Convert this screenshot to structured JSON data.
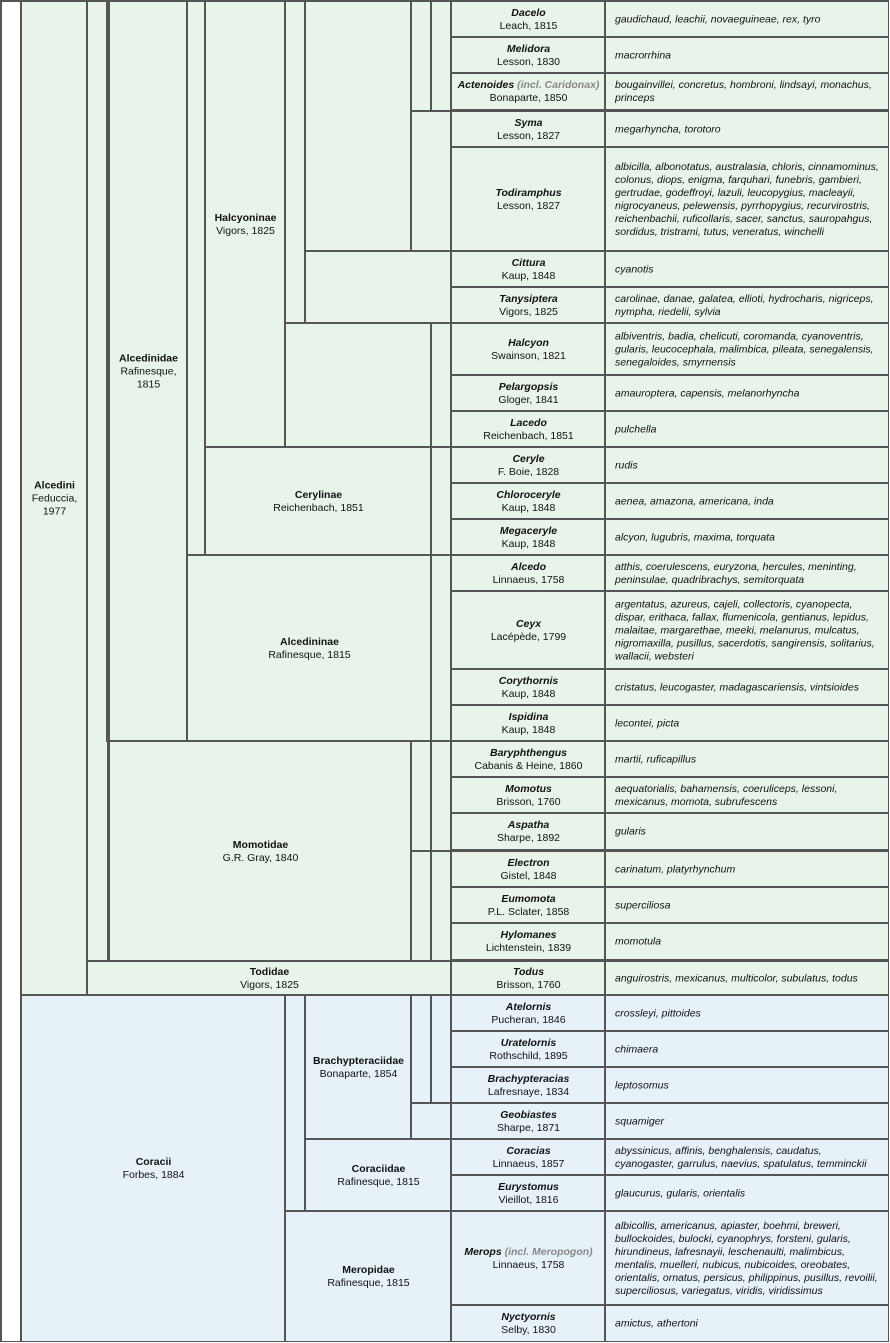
{
  "higher": {
    "alcedini": {
      "name": "Alcedini",
      "author": "Feduccia, 1977"
    },
    "coracii": {
      "name": "Coracii",
      "author": "Forbes, 1884"
    }
  },
  "families": {
    "alcedinidae": {
      "name": "Alcedinidae",
      "author": "Rafinesque, 1815"
    },
    "momotidae": {
      "name": "Momotidae",
      "author": "G.R. Gray, 1840"
    },
    "todidae": {
      "name": "Todidae",
      "author": "Vigors, 1825"
    },
    "brachypteraciidae": {
      "name": "Brachypteraciidae",
      "author": "Bonaparte, 1854"
    },
    "coraciidae": {
      "name": "Coraciidae",
      "author": "Rafinesque, 1815"
    },
    "meropidae": {
      "name": "Meropidae",
      "author": "Rafinesque, 1815"
    }
  },
  "subfamilies": {
    "halcyoninae": {
      "name": "Halcyoninae",
      "author": "Vigors, 1825"
    },
    "cerylinae": {
      "name": "Cerylinae",
      "author": "Reichenbach, 1851"
    },
    "alcedininae": {
      "name": "Alcedininae",
      "author": "Rafinesque, 1815"
    }
  },
  "genera": [
    {
      "name": "Dacelo",
      "author": "Leach, 1815",
      "species": "gaudichaud, leachii, novaeguineae, rex, tyro"
    },
    {
      "name": "Melidora",
      "author": "Lesson, 1830",
      "species": "macrorrhina"
    },
    {
      "name": "Actenoides",
      "incl": "(incl. Caridonax)",
      "author": "Bonaparte, 1850",
      "species": "bougainvillei, concretus, hombroni, lindsayi, monachus, princeps"
    },
    {
      "name": "Syma",
      "author": "Lesson, 1827",
      "species": "megarhyncha, torotoro"
    },
    {
      "name": "Todiramphus",
      "author": "Lesson, 1827",
      "species": "albicilla, albonotatus, australasia, chloris, cinnamominus, colonus, diops, enigma, farquhari, funebris, gambieri, gertrudae, godeffroyi, lazuli, leucopygius, macleayii, nigrocyaneus, pelewensis, pyrrhopygius, recurvirostris, reichenbachii, ruficollaris, sacer, sanctus, sauropahgus, sordidus, tristrami, tutus, veneratus, winchelli"
    },
    {
      "name": "Cittura",
      "author": "Kaup, 1848",
      "species": "cyanotis"
    },
    {
      "name": "Tanysiptera",
      "author": "Vigors, 1825",
      "species": "carolinae, danae, galatea, ellioti, hydrocharis, nigriceps, nympha, riedelii, sylvia"
    },
    {
      "name": "Halcyon",
      "author": "Swainson, 1821",
      "species": "albiventris, badia, chelicuti, coromanda, cyanoventris, gularis, leucocephala, malimbica, pileata, senegalensis, senegaloides, smyrnensis"
    },
    {
      "name": "Pelargopsis",
      "author": "Gloger, 1841",
      "species": "amauroptera, capensis, melanorhyncha"
    },
    {
      "name": "Lacedo",
      "author": "Reichenbach, 1851",
      "species": "pulchella"
    },
    {
      "name": "Ceryle",
      "author": "F. Boie, 1828",
      "species": "rudis"
    },
    {
      "name": "Chloroceryle",
      "author": "Kaup, 1848",
      "species": "aenea, amazona, americana, inda"
    },
    {
      "name": "Megaceryle",
      "author": "Kaup, 1848",
      "species": "alcyon, lugubris, maxima, torquata"
    },
    {
      "name": "Alcedo",
      "author": "Linnaeus, 1758",
      "species": "atthis, coerulescens, euryzona, hercules, meninting, peninsulae, quadribrachys, semitorquata"
    },
    {
      "name": "Ceyx",
      "author": "Lacépède, 1799",
      "species": "argentatus, azureus, cajeli, collectoris, cyanopecta, dispar, erithaca, fallax, flumenicola, gentianus, lepidus, malaitae, margarethae, meeki, melanurus, mulcatus, nigromaxilla, pusillus, sacerdotis, sangirensis, solitarius, wallacii, websteri"
    },
    {
      "name": "Corythornis",
      "author": "Kaup, 1848",
      "species": "cristatus, leucogaster, madagascariensis, vintsioides"
    },
    {
      "name": "Ispidina",
      "author": "Kaup, 1848",
      "species": "lecontei, picta"
    },
    {
      "name": "Baryphthengus",
      "author": "Cabanis & Heine, 1860",
      "species": "martii, ruficapillus"
    },
    {
      "name": "Momotus",
      "author": "Brisson, 1760",
      "species": "aequatorialis, bahamensis, coeruliceps, lessoni, mexicanus, momota, subrufescens"
    },
    {
      "name": "Aspatha",
      "author": "Sharpe, 1892",
      "species": "gularis"
    },
    {
      "name": "Electron",
      "author": "Gistel, 1848",
      "species": "carinatum, platyrhynchum"
    },
    {
      "name": "Eumomota",
      "author": "P.L. Sclater, 1858",
      "species": "superciliosa"
    },
    {
      "name": "Hylomanes",
      "author": "Lichtenstein, 1839",
      "species": "momotula"
    },
    {
      "name": "Todus",
      "author": "Brisson, 1760",
      "species": "anguirostris, mexicanus, multicolor, subulatus, todus"
    },
    {
      "name": "Atelornis",
      "author": "Pucheran, 1846",
      "species": "crossleyi, pittoides"
    },
    {
      "name": "Uratelornis",
      "author": "Rothschild, 1895",
      "species": "chimaera"
    },
    {
      "name": "Brachypteracias",
      "author": "Lafresnaye, 1834",
      "species": "leptosomus"
    },
    {
      "name": "Geobiastes",
      "author": "Sharpe, 1871",
      "species": "squamiger"
    },
    {
      "name": "Coracias",
      "author": "Linnaeus, 1857",
      "species": "abyssinicus, affinis, benghalensis, caudatus, cyanogaster, garrulus, naevius, spatulatus, temminckii"
    },
    {
      "name": "Eurystomus",
      "author": "Vieillot, 1816",
      "species": "glaucurus, gularis, orientalis"
    },
    {
      "name": "Merops",
      "incl": "(incl. Meropogon)",
      "author": "Linnaeus, 1758",
      "species": "albicollis, americanus, apiaster, boehmi, breweri, bullockoides, bulocki, cyanophrys, forsteni, gularis, hirundineus, lafresnayii, leschenaulti, malimbicus, mentalis, muelleri, nubicus, nubicoides, oreobates, orientalis, ornatus, persicus, philippinus, pusillus, revoilii, superciliosus, variegatus, viridis, viridissimus"
    },
    {
      "name": "Nyctyornis",
      "author": "Selby, 1830",
      "species": "amictus, athertoni"
    }
  ]
}
